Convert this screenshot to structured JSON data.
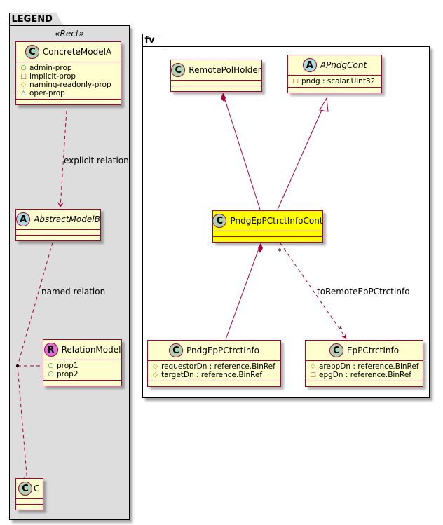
{
  "packages": {
    "legend": {
      "title": "LEGEND",
      "stereotype": "«Rect»"
    },
    "fv": {
      "title": "fv"
    }
  },
  "legend_classes": {
    "concrete": {
      "badge": "C",
      "name": "ConcreteModelA",
      "attributes": [
        {
          "visibility": "public",
          "icon": "○",
          "text": "admin-prop"
        },
        {
          "visibility": "private",
          "icon": "□",
          "text": "implicit-prop"
        },
        {
          "visibility": "protected",
          "icon": "◇",
          "text": "naming-readonly-prop"
        },
        {
          "visibility": "package",
          "icon": "△",
          "text": "oper-prop"
        }
      ]
    },
    "abstract": {
      "badge": "A",
      "name": "AbstractModelB"
    },
    "relation": {
      "badge": "R",
      "name": "RelationModel",
      "attributes": [
        {
          "visibility": "public",
          "icon": "○",
          "text": "prop1"
        },
        {
          "visibility": "public",
          "icon": "○",
          "text": "prop2"
        }
      ]
    },
    "c": {
      "badge": "C",
      "name": "C"
    }
  },
  "legend_edges": {
    "explicit": "explicit relation",
    "named": "named relation"
  },
  "fv_classes": {
    "remote": {
      "badge": "C",
      "name": "RemotePolHolder"
    },
    "apndg": {
      "badge": "A",
      "name": "APndgCont",
      "attributes": [
        {
          "visibility": "private",
          "icon": "□",
          "text": "pndg : scalar.Uint32"
        }
      ]
    },
    "cont": {
      "badge": "C",
      "name": "PndgEpPCtrctInfoCont",
      "highlighted": true
    },
    "info": {
      "badge": "C",
      "name": "PndgEpPCtrctInfo",
      "attributes": [
        {
          "visibility": "protected",
          "icon": "◇",
          "text": "requestorDn : reference.BinRef"
        },
        {
          "visibility": "protected",
          "icon": "◇",
          "text": "targetDn : reference.BinRef"
        }
      ]
    },
    "ep": {
      "badge": "C",
      "name": "EpPCtrctInfo",
      "attributes": [
        {
          "visibility": "protected",
          "icon": "◇",
          "text": "areppDn : reference.BinRef"
        },
        {
          "visibility": "private",
          "icon": "□",
          "text": "epgDn : reference.BinRef"
        }
      ]
    }
  },
  "fv_edges": {
    "toRemote": {
      "label": "toRemoteEpPCtrctInfo",
      "source_mult": "*",
      "target_mult": "*"
    }
  },
  "colors": {
    "class_fill": "#FEFECE",
    "class_border": "#A80036",
    "highlight_fill": "#FFFF00",
    "legend_bg": "#DDDDDD",
    "edge": "#A80036"
  }
}
